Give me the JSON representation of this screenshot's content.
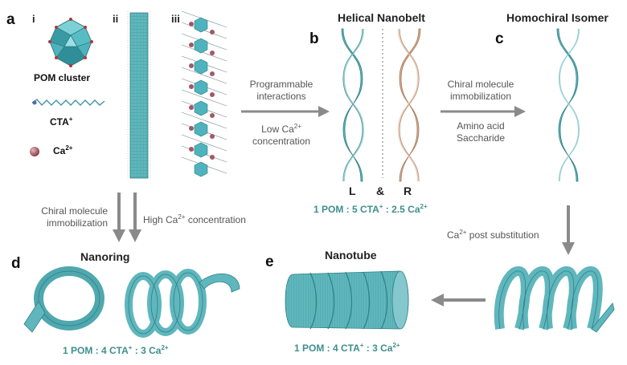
{
  "panels": {
    "a": "a",
    "b": "b",
    "c": "c",
    "d": "d",
    "e": "e"
  },
  "sub_panels": {
    "i": "i",
    "ii": "ii",
    "iii": "iii"
  },
  "legend": {
    "pom": "POM cluster",
    "cta": "CTA",
    "cta_sup": "+",
    "ca": "Ca",
    "ca_sup": "2+"
  },
  "titles": {
    "helical": "Helical Nanobelt",
    "homochiral": "Homochiral Isomer",
    "nanoring": "Nanoring",
    "nanotube": "Nanotube"
  },
  "arrows": {
    "a_to_b": {
      "line1": "Programmable",
      "line2": "interactions",
      "line3a": "Low Ca",
      "line3sup": "2+",
      "line4": "concentration"
    },
    "b_to_c": {
      "line1": "Chiral molecule",
      "line2": "immobilization",
      "line3": "Amino acid",
      "line4": "Saccharide"
    },
    "a_down_left": {
      "line1": "Chiral molecule",
      "line2": "immobilization"
    },
    "a_down_right": {
      "pre": "High Ca",
      "sup": "2+",
      "post": " concentration"
    },
    "c_down": {
      "pre": "Ca",
      "sup": "2+",
      "post": " post substitution"
    }
  },
  "enantiomers": {
    "left": "L",
    "amp": "&",
    "right": "R"
  },
  "ratios": {
    "b": {
      "p1": "1 POM : 5 CTA",
      "s1": "+",
      "p2": " : 2.5 Ca",
      "s2": "2+"
    },
    "d": {
      "p1": "1 POM : 4 CTA",
      "s1": "+",
      "p2": " : 3 Ca",
      "s2": "2+"
    },
    "e": {
      "p1": "1 POM : 4 CTA",
      "s1": "+",
      "p2": " : 3 Ca",
      "s2": "2+"
    }
  },
  "colors": {
    "teal": "#5fb7bd",
    "teal_dark": "#3e8f8c",
    "tan": "#d8ad8f",
    "arrow_gray": "#8a8a8a",
    "ca_ball": "#a05a63"
  }
}
